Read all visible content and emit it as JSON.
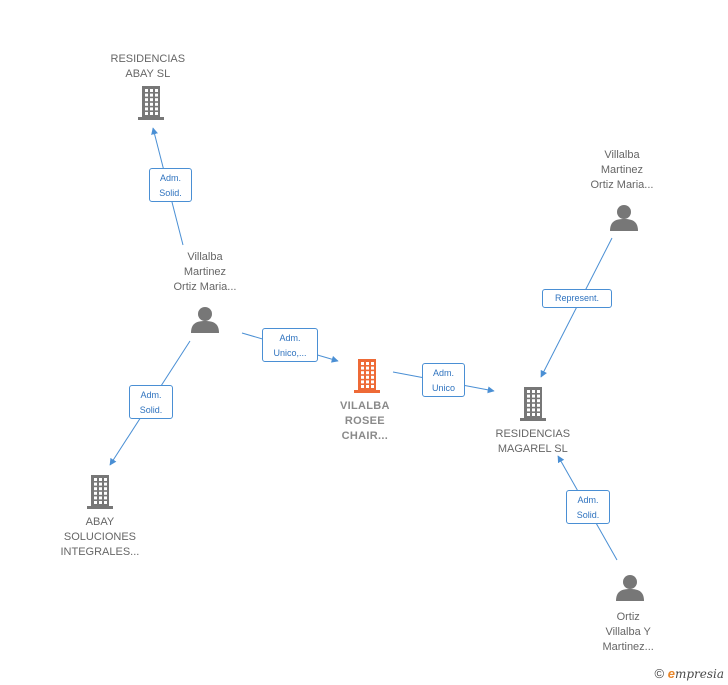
{
  "colors": {
    "node": "#777777",
    "focus": "#ee6a36",
    "edge": "#4a8fd4",
    "edge_text": "#2f73bf"
  },
  "nodes": {
    "residencias_abay": {
      "type": "company",
      "lines": [
        "RESIDENCIAS",
        "ABAY SL"
      ]
    },
    "villalba_person_1": {
      "type": "person",
      "lines": [
        "Villalba",
        "Martinez",
        "Ortiz Maria..."
      ]
    },
    "abay_soluciones": {
      "type": "company",
      "lines": [
        "ABAY",
        "SOLUCIONES",
        "INTEGRALES..."
      ]
    },
    "vilalba_rosee": {
      "type": "company_focus",
      "lines": [
        "VILALBA",
        "ROSEE",
        "CHAIR..."
      ]
    },
    "residencias_magarel": {
      "type": "company",
      "lines": [
        "RESIDENCIAS",
        "MAGAREL SL"
      ]
    },
    "villalba_person_2": {
      "type": "person",
      "lines": [
        "Villalba",
        "Martinez",
        "Ortiz Maria..."
      ]
    },
    "ortiz_person": {
      "type": "person",
      "lines": [
        "Ortiz",
        "Villalba Y",
        "Martinez..."
      ]
    }
  },
  "edges": [
    {
      "from": "villalba_person_1",
      "to": "residencias_abay",
      "lines": [
        "Adm.",
        "Solid."
      ]
    },
    {
      "from": "villalba_person_1",
      "to": "abay_soluciones",
      "lines": [
        "Adm.",
        "Solid."
      ]
    },
    {
      "from": "villalba_person_1",
      "to": "vilalba_rosee",
      "lines": [
        "Adm.",
        "Unico,..."
      ]
    },
    {
      "from": "vilalba_rosee",
      "to": "residencias_magarel",
      "lines": [
        "Adm.",
        "Unico"
      ]
    },
    {
      "from": "villalba_person_2",
      "to": "residencias_magarel",
      "lines": [
        "Represent."
      ]
    },
    {
      "from": "ortiz_person",
      "to": "residencias_magarel",
      "lines": [
        "Adm.",
        "Solid."
      ]
    }
  ],
  "footer": {
    "copyright": "©",
    "brand_initial": "e",
    "brand_rest": "mpresia"
  }
}
